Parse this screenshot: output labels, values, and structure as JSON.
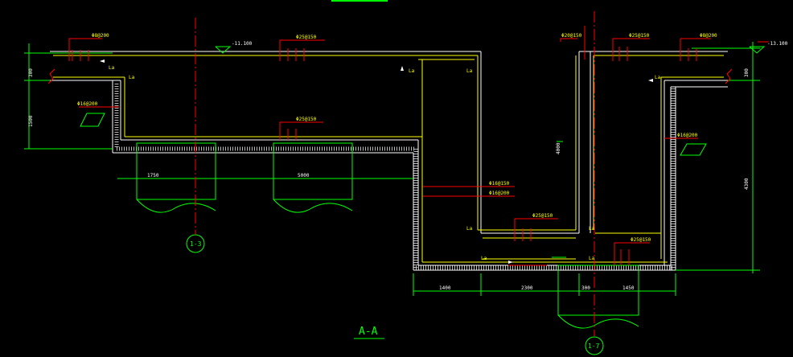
{
  "drawing": {
    "section_title": "A-A",
    "axis_labels": [
      "1-3",
      "1-7"
    ],
    "elevations": [
      "-11.100",
      "-13.100"
    ],
    "dimensions_horizontal": [
      "1750",
      "5000",
      "1400",
      "2300",
      "300",
      "1450"
    ],
    "dimensions_vertical": [
      "300",
      "1500",
      "4000",
      "4300",
      "300"
    ],
    "rebar_callouts": {
      "top_left": "Φ8@200",
      "top_center": "Φ25@150",
      "top_right_a": "Φ20@150",
      "top_right_b": "Φ25@150",
      "top_right_c": "Φ8@200",
      "left_wall": "Φ16@200",
      "slab_mid": "Φ25@150",
      "step_a": "Φ16@150",
      "step_b": "Φ16@200",
      "pit_floor": "Φ25@150",
      "pit_right": "Φ25@150",
      "right_wall": "Φ16@200"
    },
    "anchor_labels": [
      "La",
      "La",
      "La",
      "La",
      "La",
      "La",
      "La",
      "La",
      "La"
    ],
    "colors": {
      "background": "#000000",
      "axis_line": "#ff0000",
      "concrete_outline": "#ffffff",
      "rebar": "#ffff00",
      "dimension": "#00ff00",
      "callout_leader": "#ff0000"
    }
  }
}
